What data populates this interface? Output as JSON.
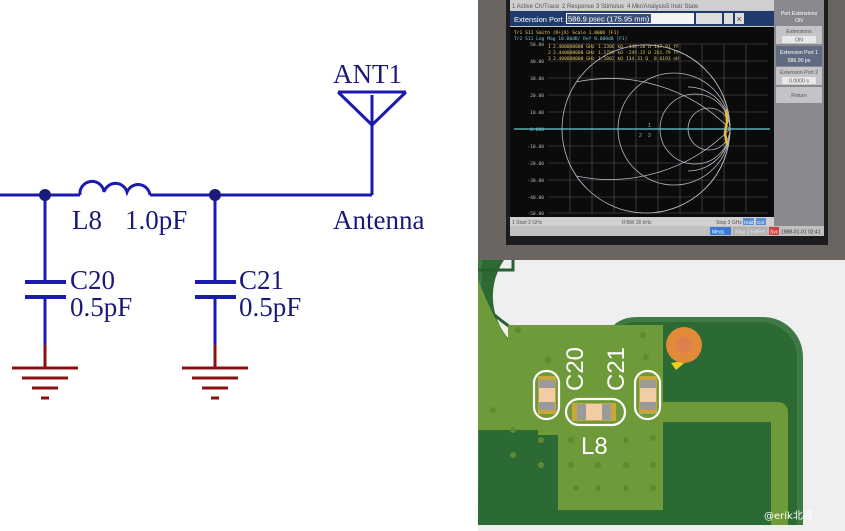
{
  "schematic": {
    "antenna_ref": "ANT1",
    "antenna_net": "Antenna",
    "inductor_ref": "L8",
    "inductor_value": "1.0pF",
    "cap1_ref": "C20",
    "cap1_value": "0.5pF",
    "cap2_ref": "C21",
    "cap2_value": "0.5pF",
    "wire_color": "#1b1ab0",
    "ground_color": "#8b1010"
  },
  "vna": {
    "menu": [
      "1 Active Ch/Trace",
      "2 Response",
      "3 Stimulus",
      "4 Mkr/Analysis",
      "5 Instr State"
    ],
    "entry_label": "Extension Port 1",
    "entry_value": "586.9 psec (175.95 mm)",
    "trace1": "Tr1 S11 Smith (R+jX) Scale 1.000U [F1]",
    "trace2": "Tr2 S11 Log Mag 10.00dB/ Ref 0.000dB [F1]",
    "markers": [
      {
        "n": "1",
        "freq": "2.400000000 GHz",
        "r": "1.1306 kΩ",
        "x": "-448.26 Ω",
        "v": "147.91 fF"
      },
      {
        "n": "2",
        "freq": "2.440000000 GHz",
        "r": "1.1799 kΩ",
        "x": "-249.15 Ω",
        "v": "261.79 fF"
      },
      {
        "n": "3",
        "freq": "2.480000000 GHz",
        "r": "1.1803 kΩ",
        "x": "134.31 Ω",
        "v": "8.6193 nH"
      }
    ],
    "y_ticks": [
      "50.00",
      "40.00",
      "30.00",
      "20.00",
      "10.00",
      "0.000",
      "-10.00",
      "-20.00",
      "-30.00",
      "-40.00",
      "-50.00"
    ],
    "footer_start": "1  Start 2 GHz",
    "footer_ifbw": "IFBW 30 kHz",
    "footer_stop": "Stop 3 GHz",
    "footer_hold": "Hold",
    "footer_cor": "Cor",
    "status": [
      "Meas",
      "Stop",
      "ExtRef",
      "Svc"
    ],
    "datetime": "1988-01-01 02:41",
    "softkeys": {
      "title": "Port Extensions",
      "title_state": "ON",
      "extensions": "Extensions",
      "extensions_state": "ON",
      "port1": "Extension Port 1",
      "port1_value": "586.90 ps",
      "port2": "Extension Port 2",
      "port2_value": "0.0000 s",
      "return": "Return"
    }
  },
  "pcb": {
    "labels": [
      "C20",
      "C21",
      "L8"
    ],
    "watermark": "@erik北哥"
  }
}
